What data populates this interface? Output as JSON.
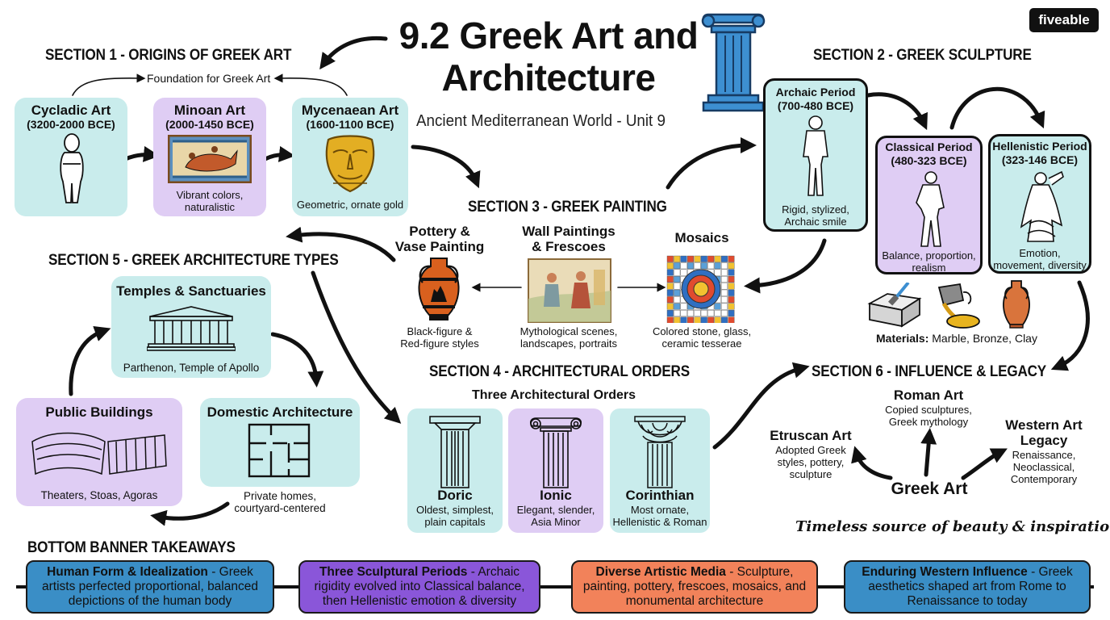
{
  "brand": {
    "logo_text": "fiveable"
  },
  "header": {
    "title_line1": "9.2 Greek Art and",
    "title_line2": "Architecture",
    "subtitle": "Ancient Mediterranean World - Unit 9"
  },
  "section1": {
    "title": "SECTION 1 - ORIGINS OF GREEK ART",
    "foundation_label": "Foundation for Greek Art",
    "cards": [
      {
        "title": "Cycladic Art",
        "date": "(3200-2000 BCE)",
        "caption": ""
      },
      {
        "title": "Minoan Art",
        "date": "(2000-1450 BCE)",
        "caption_line1": "Vibrant colors,",
        "caption_line2": "naturalistic"
      },
      {
        "title": "Mycenaean Art",
        "date": "(1600-1100 BCE)",
        "caption_line1": "Geometric, ornate gold",
        "caption_line2": ""
      }
    ]
  },
  "section2": {
    "title": "SECTION 2 - GREEK SCULPTURE",
    "periods": [
      {
        "title": "Archaic Period",
        "date": "(700-480 BCE)",
        "caption_line1": "Rigid, stylized,",
        "caption_line2": "Archaic smile"
      },
      {
        "title": "Classical Period",
        "date": "(480-323 BCE)",
        "caption_line1": "Balance, proportion,",
        "caption_line2": "realism"
      },
      {
        "title": "Hellenistic Period",
        "date": "(323-146 BCE)",
        "caption_line1": "Emotion,",
        "caption_line2": "movement, diversity"
      }
    ],
    "materials_label": "Materials:",
    "materials_value": "Marble, Bronze, Clay"
  },
  "section3": {
    "title": "SECTION 3 - GREEK PAINTING",
    "items": [
      {
        "title_line1": "Pottery &",
        "title_line2": "Vase Painting",
        "caption_line1": "Black-figure &",
        "caption_line2": "Red-figure styles"
      },
      {
        "title_line1": "Wall Paintings",
        "title_line2": "& Frescoes",
        "caption_line1": "Mythological scenes,",
        "caption_line2": "landscapes, portraits"
      },
      {
        "title_line1": "Mosaics",
        "title_line2": "",
        "caption_line1": "Colored stone, glass,",
        "caption_line2": "ceramic tesserae"
      }
    ]
  },
  "section4": {
    "title": "SECTION 4 - ARCHITECTURAL ORDERS",
    "subtitle": "Three Architectural Orders",
    "orders": [
      {
        "name": "Doric",
        "caption_line1": "Oldest, simplest,",
        "caption_line2": "plain capitals"
      },
      {
        "name": "Ionic",
        "caption_line1": "Elegant, slender,",
        "caption_line2": "Asia Minor"
      },
      {
        "name": "Corinthian",
        "caption_line1": "Most ornate,",
        "caption_line2": "Hellenistic & Roman"
      }
    ]
  },
  "section5": {
    "title": "SECTION 5 - GREEK ARCHITECTURE TYPES",
    "temples": {
      "title": "Temples & Sanctuaries",
      "caption": "Parthenon, Temple of Apollo"
    },
    "public": {
      "title": "Public Buildings",
      "caption": "Theaters, Stoas, Agoras"
    },
    "domestic": {
      "title": "Domestic Architecture",
      "caption_line1": "Private homes,",
      "caption_line2": "courtyard-centered"
    }
  },
  "section6": {
    "title": "SECTION 6 - INFLUENCE & LEGACY",
    "center": "Greek Art",
    "roman": {
      "title": "Roman Art",
      "caption_line1": "Copied sculptures,",
      "caption_line2": "Greek mythology"
    },
    "etruscan": {
      "title": "Etruscan Art",
      "caption_line1": "Adopted Greek",
      "caption_line2": "styles, pottery,",
      "caption_line3": "sculpture"
    },
    "western": {
      "title_line1": "Western Art",
      "title_line2": "Legacy",
      "caption_line1": "Renaissance,",
      "caption_line2": "Neoclassical,",
      "caption_line3": "Contemporary"
    },
    "tagline": "Timeless source of beauty & inspiration"
  },
  "takeaways": {
    "title": "BOTTOM BANNER TAKEAWAYS",
    "banners": [
      {
        "bold": "Human Form & Idealization",
        "text": " - Greek artists perfected proportional, balanced depictions of the human body",
        "color": "#3a8ec6"
      },
      {
        "bold": "Three Sculptural Periods",
        "text": " - Archaic rigidity evolved into Classical balance, then Hellenistic emotion & diversity",
        "color": "#8a56d9"
      },
      {
        "bold": "Diverse Artistic Media",
        "text": " - Sculpture, painting, pottery, frescoes, mosaics, and monumental architecture",
        "color": "#f2825a"
      },
      {
        "bold": "Enduring Western Influence",
        "text": " - Greek aesthetics shaped art from Rome to Renaissance to today",
        "color": "#3a8ec6"
      }
    ]
  },
  "colors": {
    "teal": "#c9ecec",
    "lavender": "#dfcdf4",
    "ink": "#111111",
    "pillar_blue": "#3d8fd1"
  }
}
